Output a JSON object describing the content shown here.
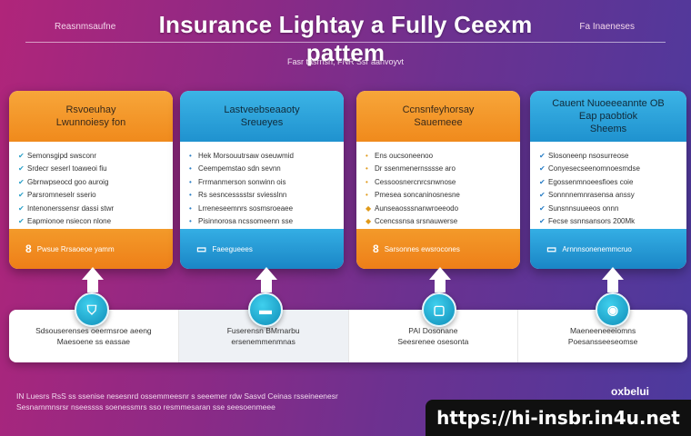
{
  "header": {
    "left_caption": "Reasnmsaufne",
    "title": "Insurance Lightay a Fully Ceexm pattem",
    "right_caption": "Fa Inaeneses",
    "subtitle": "Fasr tasrnsh, FNR Ssr aanvoyvt"
  },
  "cards": [
    {
      "title_lines": [
        "Rsvoeuhay",
        "Lwunnoiesy fon"
      ],
      "rows": [
        "Semonsgipd swsconr",
        "Srdecr seserl toaweoi fiu",
        "Gbrnwpseocd goo auroig",
        "Parsromneselr sserio",
        "Intenonerssensr dassi stwr",
        "Eapmionoe nsiecon nlone"
      ],
      "footer_icon": "8",
      "footer_text": "Pwsue Rrsaoeoe yamm"
    },
    {
      "title_lines": [
        "Lastveebseaaoty",
        "Sreueyes"
      ],
      "rows": [
        "Hek Morsouutrsaw oseuwmid",
        "Ceempemstao sdn sevnn",
        "Frrmanmerson sonwinn ois",
        "Rs sesncesssstsr sviesslnn",
        "Lrreneseemnrs sosmsroeaee",
        "Pisinnorosa ncssomeenn sse"
      ],
      "footer_icon": "",
      "footer_text": "Faeegueees"
    },
    {
      "title_lines": [
        "Ccnsnfeyhorsay",
        "Sauemeee"
      ],
      "rows": [
        "Ens oucsoneenoo",
        "Dr ssenmenernsssse aro",
        "Cessoosnercnrcsnwnose",
        "Pmesea soncaninosnesne",
        "Aunseaosssnanwroeeodo",
        "Ccencssnsa srsnauwerse"
      ],
      "footer_icon": "8",
      "footer_text": "Sarsonnes ewsrocones"
    },
    {
      "title_lines": [
        "Cauent Nuoeeeannte OB",
        "Eap paobtiok",
        "Sheems"
      ],
      "rows": [
        "Slosoneenp nsosurreose",
        "Conyesecseenomnoesmdse",
        "Egossenmnoeesfioes coie",
        "Sonnnnemnrasensa anssy",
        "Sunsnnsuueeos onnn",
        "Fecse ssnnsansors 200Mk"
      ],
      "footer_icon": "",
      "footer_text": "Arnnnsonenemmcruo"
    }
  ],
  "steps": [
    {
      "lines": [
        "Sdsouserenses oeermsroe aeeng",
        "Maesoene ss eassae"
      ]
    },
    {
      "lines": [
        "Fuserensn BMrnarbu",
        "ersenemmenmnas"
      ]
    },
    {
      "lines": [
        "PAI Dosonane",
        "Seesrenee osesonta"
      ]
    },
    {
      "lines": [
        "Maeneeneeeiomns",
        "Poesansseeseomse"
      ]
    }
  ],
  "footer": {
    "line1": "IN Luesrs RsS ss ssenise nesesnrd ossemmeesnr s seeemer rdw Sasvd Ceinas rsseineenesr",
    "line2": "Sesnarnmnsrsr nseessss soenessmrs sso resmmesaran sse seesoenmeee",
    "brand": "oxbelui",
    "url": "https://hi-insbr.in4u.net"
  }
}
